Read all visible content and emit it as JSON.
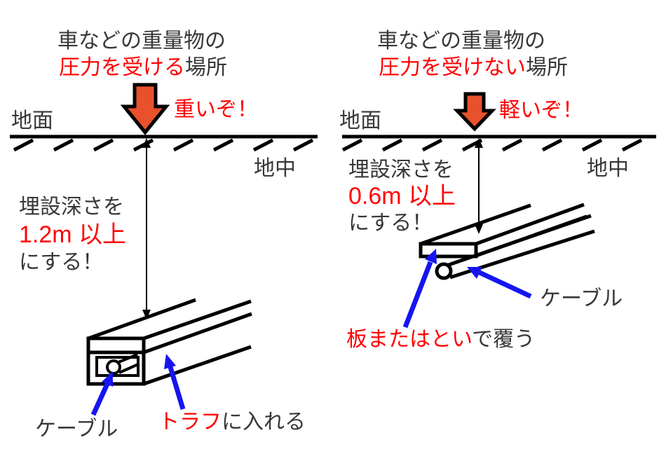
{
  "title": "ケーブル埋設深さの説明図",
  "colors": {
    "highlight_red": "#ff0000",
    "pressure_arrow_orange": "#e8512c",
    "pointer_blue": "#1515f0",
    "text_ink": "#383838",
    "line_black": "#000000"
  },
  "left": {
    "heading_line1": "車などの重量物の",
    "heading_line2_highlight": "圧力を受ける",
    "heading_line2_rest": "場所",
    "weight_callout": "重いぞ！",
    "ground_label": "地面",
    "underground_label": "地中",
    "depth_line1": "埋設深さを",
    "depth_value": "1.2m 以上",
    "depth_line3": "にする！",
    "cable_label": "ケーブル",
    "trough_label_highlight": "トラフ",
    "trough_label_rest": "に入れる"
  },
  "right": {
    "heading_line1": "車などの重量物の",
    "heading_line2_highlight": "圧力を受けない",
    "heading_line2_rest": "場所",
    "weight_callout": "軽いぞ！",
    "ground_label": "地面",
    "underground_label": "地中",
    "depth_line1": "埋設深さを",
    "depth_value": "0.6m 以上",
    "depth_line3": "にする！",
    "cable_label": "ケーブル",
    "cover_label_highlight": "板またはとい",
    "cover_label_rest": "で覆う"
  }
}
